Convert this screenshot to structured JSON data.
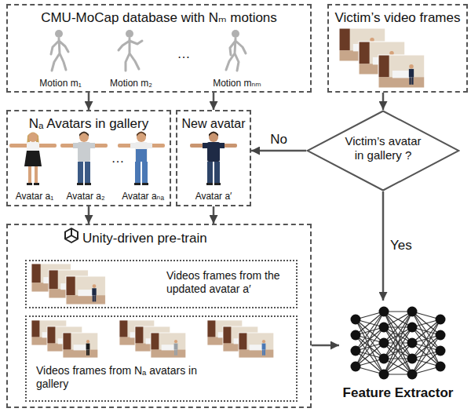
{
  "diagram": {
    "nodes": [
      {
        "text": [
          "CMU-MoCap database with Nₘ motions",
          "Motion m₁",
          "Motion m₂",
          "…",
          "Motion mₙₘ"
        ]
      },
      {
        "text": [
          "Victim’s video frames"
        ]
      },
      {
        "text": [
          "Nₐ Avatars in gallery",
          "Avatar a₁",
          "Avatar a₂",
          "…",
          "Avatar aₙₐ"
        ]
      },
      {
        "text": [
          "New avatar",
          "Avatar a′"
        ]
      },
      {
        "text": [
          "Victim’s avatar in gallery ?"
        ]
      },
      {
        "text": [
          "Unity-driven pre-train"
        ]
      },
      {
        "text": [
          "Videos frames from the updated avatar a′"
        ],
        "in": 5
      },
      {
        "text": [
          "Videos frames from Nₐ avatars in gallery"
        ],
        "in": 5
      },
      {
        "text": [
          "Feature Extractor"
        ]
      }
    ],
    "edges": [
      {
        "from": 0,
        "to": 2,
        "arrow": "to"
      },
      {
        "from": 0,
        "to": 3,
        "arrow": "to"
      },
      {
        "from": 1,
        "to": 4,
        "arrow": "to"
      },
      {
        "from": 4,
        "to": 3,
        "label": "No",
        "arrow": "to"
      },
      {
        "from": 4,
        "to": 8,
        "label": "Yes",
        "arrow": "to"
      },
      {
        "from": 2,
        "to": 5,
        "arrow": "to"
      },
      {
        "from": 3,
        "to": 5,
        "arrow": "to"
      },
      {
        "from": 5,
        "to": 8,
        "arrow": "to"
      }
    ]
  }
}
